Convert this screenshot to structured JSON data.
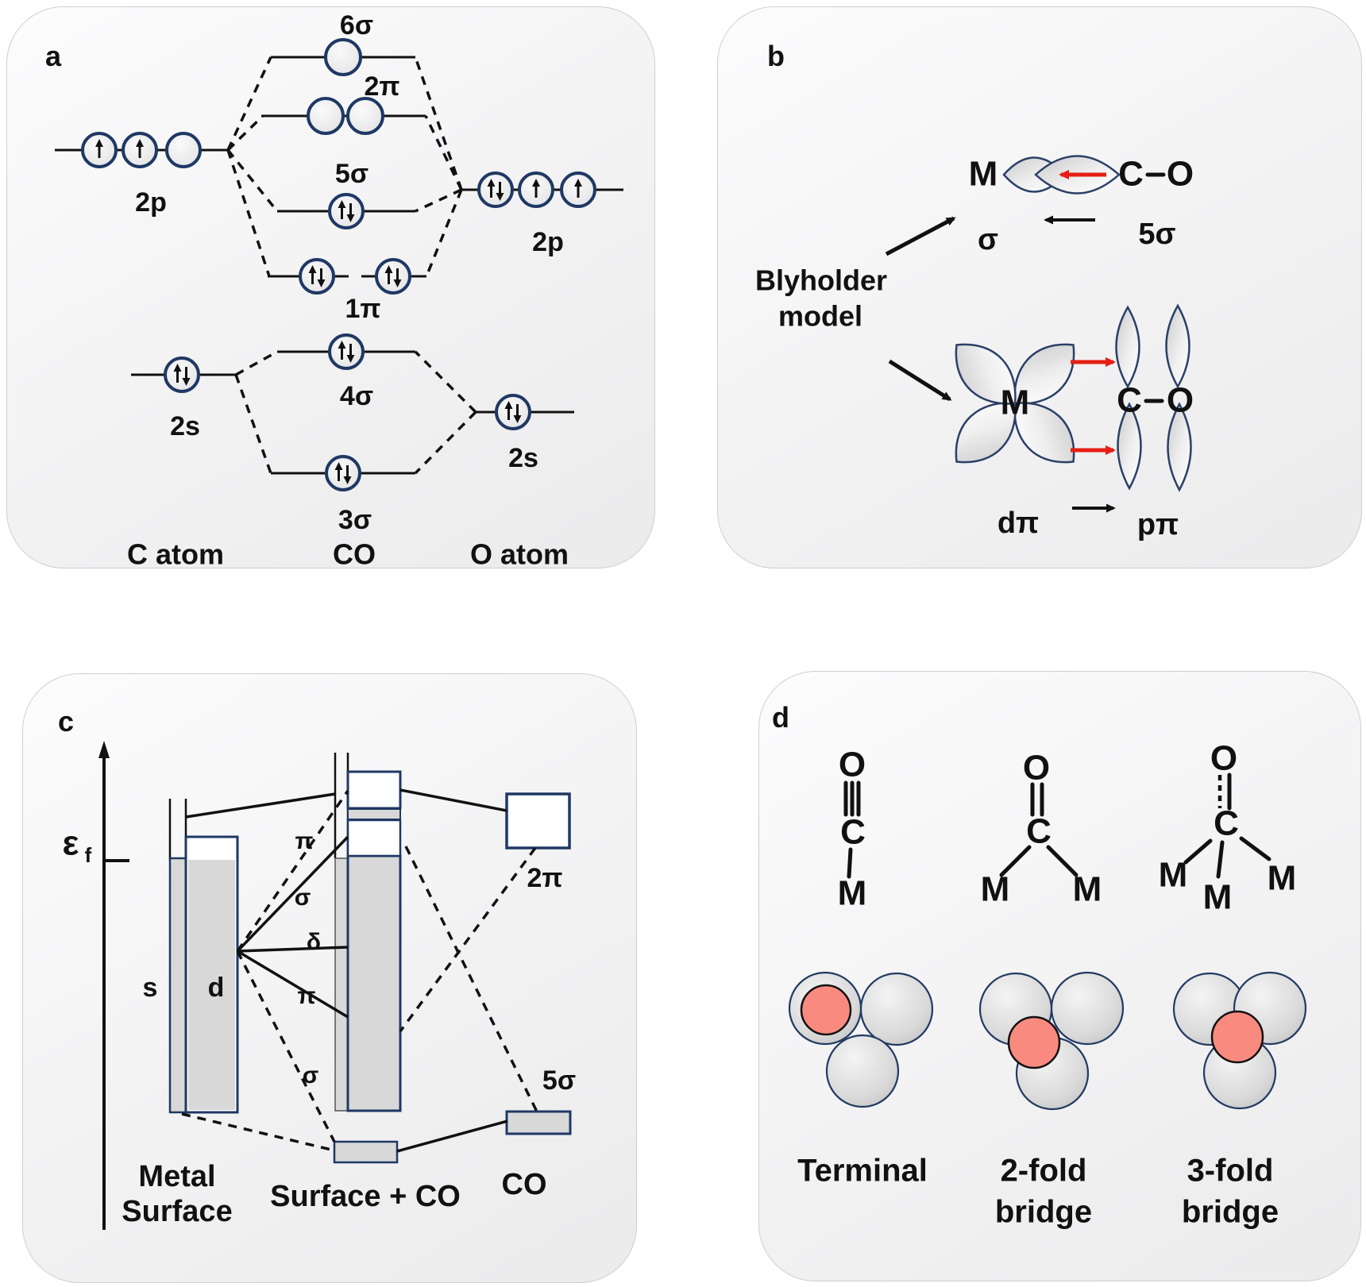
{
  "colors": {
    "navy_outline": "#1f3864",
    "red_arrow": "#e61e14",
    "adsorbate_red": "#f98a80",
    "band_gray": "#d8d8d8",
    "panel_border": "#cfcfcf"
  },
  "panel_a": {
    "tag": "a",
    "c_atom": {
      "p": "2p",
      "s": "2s",
      "name": "C atom"
    },
    "o_atom": {
      "p": "2p",
      "s": "2s",
      "name": "O atom"
    },
    "co_name": "CO",
    "co_levels": {
      "l6s": "6σ",
      "l2pi": "2π",
      "l5s": "5σ",
      "l1pi": "1π",
      "l4s": "4σ",
      "l3s": "3σ"
    },
    "occupancy": {
      "c_2p": "up, up, empty",
      "c_2s": "paired",
      "o_2p": "paired, up, up",
      "o_2s": "paired",
      "co_3s": "paired",
      "co_4s": "paired",
      "co_1pi": "paired paired",
      "co_5s": "paired",
      "co_2pi": "empty empty",
      "co_6s": "empty"
    }
  },
  "panel_b": {
    "tag": "b",
    "model_line1": "Blyholder",
    "model_line2": "model",
    "top": {
      "m": "M",
      "c": "C",
      "o": "O",
      "sigma": "σ",
      "five_sigma": "5σ"
    },
    "bottom": {
      "m": "M",
      "c": "C",
      "o": "O",
      "d_pi": "dπ",
      "p_pi": "pπ"
    }
  },
  "panel_c": {
    "tag": "c",
    "fermi_symbol": "ε",
    "fermi_sub": "f",
    "s_band": "s",
    "d_band": "d",
    "fan": [
      "π",
      "σ",
      "δ",
      "π",
      "σ"
    ],
    "two_pi": "2π",
    "five_sigma": "5σ",
    "x_labels": {
      "metal_line1": "Metal",
      "metal_line2": "Surface",
      "surface_co": "Surface + CO",
      "co": "CO"
    }
  },
  "panel_d": {
    "tag": "d",
    "terminal": {
      "o": "O",
      "c": "C",
      "m": "M",
      "label": "Terminal"
    },
    "bridge2": {
      "o": "O",
      "c": "C",
      "ml": "M",
      "mr": "M",
      "l1": "2-fold",
      "l2": "bridge"
    },
    "bridge3": {
      "o": "O",
      "c": "C",
      "ml": "M",
      "mm": "M",
      "mr": "M",
      "l1": "3-fold",
      "l2": "bridge"
    }
  }
}
